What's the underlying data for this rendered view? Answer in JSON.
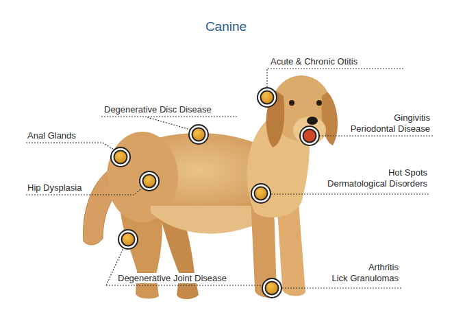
{
  "diagram": {
    "title": "Canine",
    "labels": [
      "Acute & Chronic Otitis",
      "Degenerative Disc Disease",
      "Gingivitis",
      "Periodontal Disease",
      "Anal Glands",
      "Hot Spots",
      "Dermatological Disorders",
      "Hip Dysplasia",
      "Arthritis",
      "Lick Granulomas",
      "Degenerative Joint Disease"
    ]
  }
}
